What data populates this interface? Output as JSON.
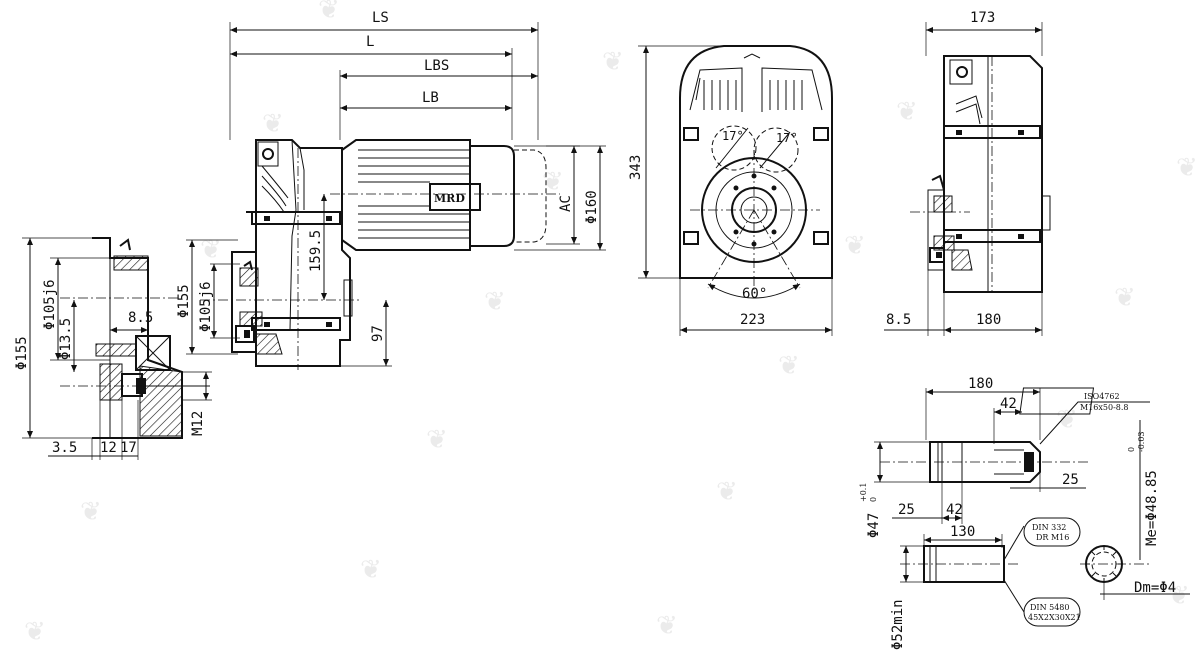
{
  "dimensions": {
    "ls": "LS",
    "l": "L",
    "lbs": "LBS",
    "lb": "LB",
    "ac": "AC",
    "motor_dia": "Φ160",
    "center_height": "159.5",
    "flange_155_side": "Φ155",
    "flange_105_side": "Φ105j6",
    "shaft_offset": "97",
    "left_155": "Φ155",
    "left_105": "Φ105j6",
    "left_13_5": "Φ13.5",
    "left_8_5": "8.5",
    "left_3_5": "3.5",
    "left_12": "12",
    "left_17": "17",
    "left_m12": "M12",
    "front_height": "343",
    "front_width": "223",
    "front_angle": "60°",
    "front_angle_a": "17°",
    "front_angle_b": "17°",
    "side_width": "173",
    "side_8_5": "8.5",
    "side_180": "180",
    "shaft_180": "180",
    "shaft_42_top": "42",
    "shaft_25_right": "25",
    "shaft_25_left": "25",
    "shaft_42_bottom": "42",
    "shaft_dia": "Φ47",
    "shaft_tol": "+0.1",
    "shaft_tol_low": "0",
    "shaft_me": "Me=Φ48.85",
    "shaft_me_tol": "-0.03",
    "shaft_me_tol_high": "0",
    "hollow_130": "130",
    "hollow_dia": "Φ52min",
    "spline_dm": "Dm=Φ4"
  },
  "labels": {
    "brand": "MRD",
    "iso_line1": "ISO4762",
    "iso_line2": "M16x50-8.8",
    "din332_line1": "DIN 332",
    "din332_line2": "DR M16",
    "din5480_line1": "DIN 5480",
    "din5480_line2": "45X2X30X21"
  },
  "colors": {
    "line": "#111111",
    "watermark": "#e7e7e7"
  },
  "icons": {
    "watermark": "leaf-watermark-icon"
  }
}
